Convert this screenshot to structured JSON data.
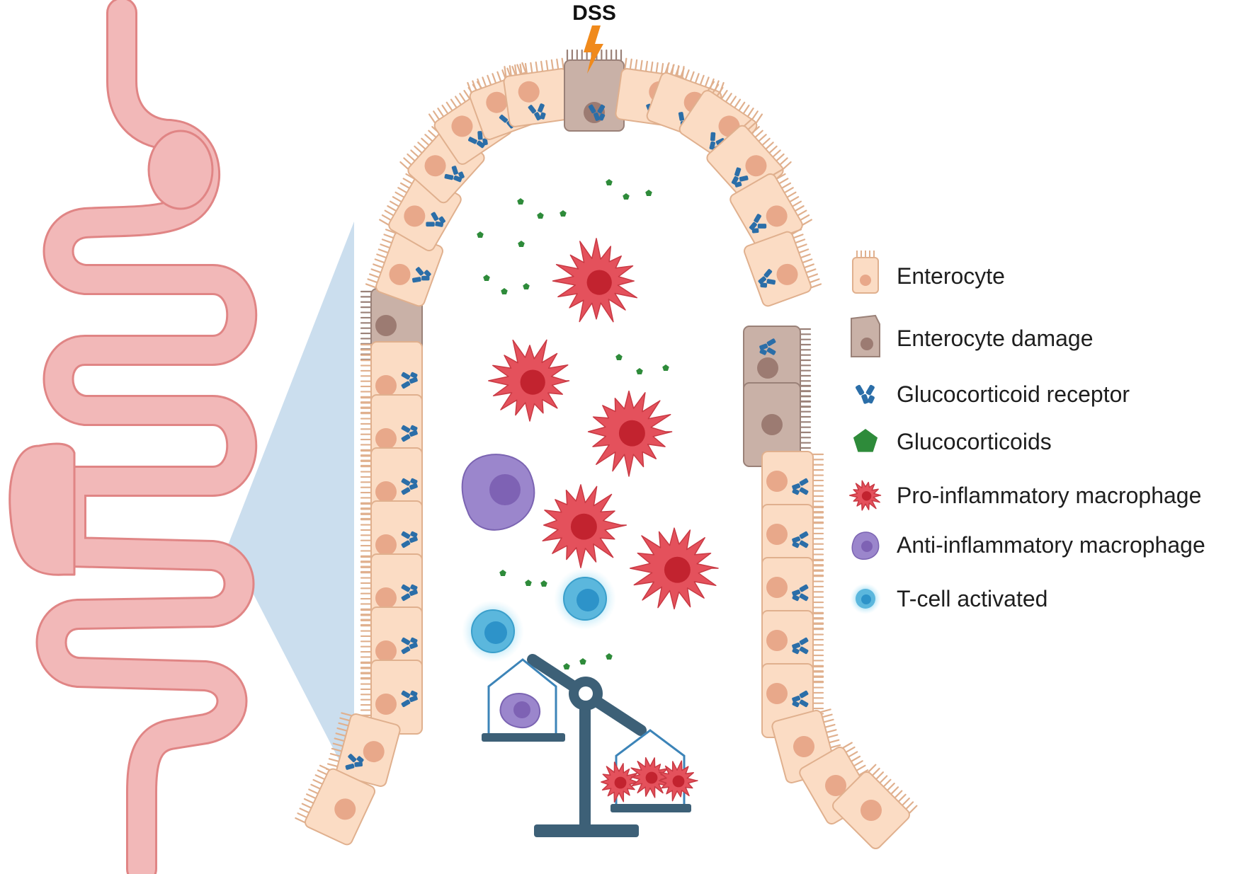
{
  "labels": {
    "stimulus": "DSS"
  },
  "legend": [
    {
      "key": "enterocyte",
      "label": "Enterocyte"
    },
    {
      "key": "enterocyte_damage",
      "label": "Enterocyte damage"
    },
    {
      "key": "gc_receptor",
      "label": "Glucocorticoid receptor"
    },
    {
      "key": "glucocorticoids",
      "label": "Glucocorticoids"
    },
    {
      "key": "pro_macrophage",
      "label": "Pro-inflammatory macrophage"
    },
    {
      "key": "anti_macrophage",
      "label": "Anti-inflammatory macrophage"
    },
    {
      "key": "t_cell",
      "label": "T-cell activated"
    }
  ],
  "colors": {
    "intestine": "#f2b8b8",
    "intestine_stroke": "#e08585",
    "enterocyte": "#fbdcc4",
    "enterocyte_stroke": "#e0b08e",
    "nucleus": "#e8a88a",
    "damaged": "#c9b1a7",
    "damaged_stroke": "#9a8178",
    "damaged_nucleus": "#9c7b72",
    "receptor": "#2b6ea8",
    "glucocorticoid": "#2e8b3a",
    "pro_macrophage": "#e4515c",
    "pro_nucleus": "#c2232f",
    "anti_macrophage": "#9b86cc",
    "anti_nucleus": "#7e62b4",
    "t_cell": "#5bb7dd",
    "t_cell_nucleus": "#2d93c9",
    "scale": "#3d6077",
    "lightning": "#f08a1c",
    "zoom_wedge": "#b9d3e8"
  }
}
